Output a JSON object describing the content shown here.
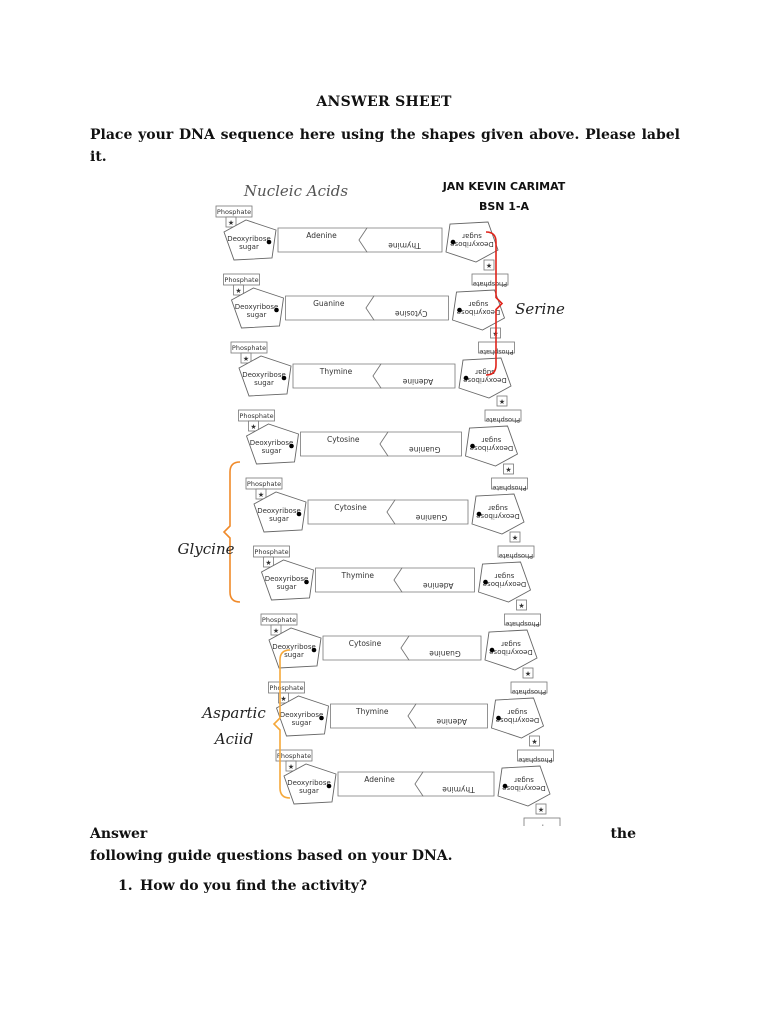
{
  "title": "ANSWER SHEET",
  "instruction": "Place your DNA sequence here using the shapes given above. Please label it.",
  "figure": {
    "heading": "Nucleic Acids",
    "author_name": "JAN KEVIN CARIMAT",
    "section": "BSN 1-A",
    "labels": {
      "phosphate": "Phosphate",
      "sugar_line1": "Deoxyribose",
      "sugar_line2": "sugar"
    },
    "pairs": [
      {
        "left": "Adenine",
        "right": "Thymine"
      },
      {
        "left": "Guanine",
        "right": "Cytosine"
      },
      {
        "left": "Thymine",
        "right": "Adenine"
      },
      {
        "left": "Cytosine",
        "right": "Guanine"
      },
      {
        "left": "Cytosine",
        "right": "Guanine"
      },
      {
        "left": "Thymine",
        "right": "Adenine"
      },
      {
        "left": "Cytosine",
        "right": "Guanine"
      },
      {
        "left": "Thymine",
        "right": "Adenine"
      },
      {
        "left": "Adenine",
        "right": "Thymine"
      }
    ],
    "groups": [
      {
        "label": "Serine",
        "color": "#e0241b"
      },
      {
        "label": "Glycine",
        "color": "#f08a2a"
      },
      {
        "label": "Aspartic Aciid",
        "color": "#f5a83a"
      }
    ]
  },
  "answer_left": "Answer",
  "answer_right": "the",
  "follow_text": "following guide questions based on your DNA.",
  "question1_num": "1.",
  "question1": "How do you find the activity?"
}
